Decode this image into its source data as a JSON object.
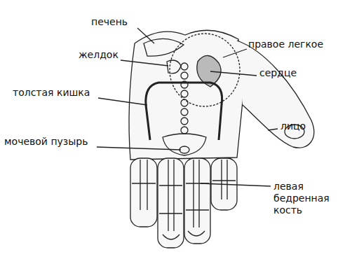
{
  "diagram": {
    "labels": [
      "печень",
      "правое легкое",
      "желдок",
      "сердце",
      "толстая кишка",
      "лицо",
      "мочевой пузырь",
      "левая бедренная кость"
    ]
  }
}
